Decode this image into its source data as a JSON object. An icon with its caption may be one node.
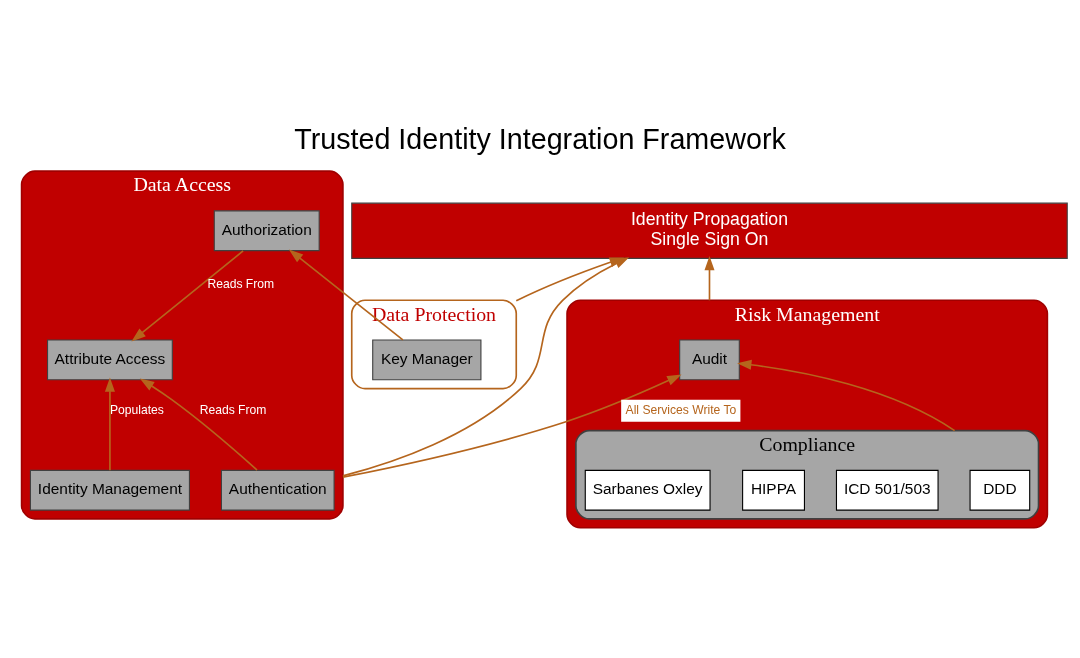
{
  "diagram": {
    "title": "Trusted Identity Integration Framework",
    "nodes": [
      {
        "text": [
          "Identity Propagation",
          "Single Sign On"
        ]
      },
      {
        "text": [
          "Risk Management"
        ]
      },
      {
        "text": [
          "Audit"
        ],
        "in": 1
      },
      {
        "text": [
          "Compliance"
        ],
        "in": 1
      },
      {
        "text": [
          "DDD"
        ],
        "in": 3
      },
      {
        "text": [
          "ICD 501/503"
        ],
        "in": 3
      },
      {
        "text": [
          "HIPPA"
        ],
        "in": 3
      },
      {
        "text": [
          "Sarbanes Oxley"
        ],
        "in": 3
      },
      {
        "text": [
          "Data Protection"
        ]
      },
      {
        "text": [
          "Key Manager"
        ],
        "in": 8
      },
      {
        "text": [
          "Data Access"
        ]
      },
      {
        "text": [
          "Authentication"
        ],
        "in": 10
      },
      {
        "text": [
          "Authorization"
        ],
        "in": 10
      },
      {
        "text": [
          "Attribute Access"
        ],
        "in": 10
      },
      {
        "text": [
          "Identity Management"
        ],
        "in": 10
      }
    ],
    "edges": [
      {
        "from": 1,
        "to": 0,
        "arrow": "to"
      },
      {
        "from": 3,
        "to": 2,
        "arrow": "to"
      },
      {
        "from": 10,
        "to": 0,
        "arrow": "to"
      },
      {
        "from": 8,
        "to": 0,
        "arrow": "to"
      },
      {
        "from": 9,
        "to": 12,
        "arrow": "to"
      },
      {
        "from": 10,
        "to": 2,
        "arrow": "to",
        "label": "All Services Write To"
      },
      {
        "from": 11,
        "to": 13,
        "arrow": "to",
        "label": "Reads From"
      },
      {
        "from": 12,
        "to": 13,
        "arrow": "to",
        "label": "Reads From"
      },
      {
        "from": 14,
        "to": 13,
        "arrow": "to",
        "label": "Populates"
      }
    ]
  }
}
